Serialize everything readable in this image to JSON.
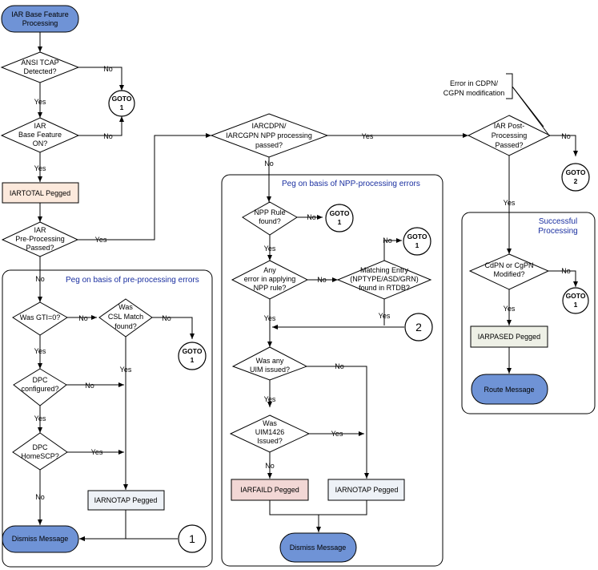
{
  "groups": {
    "pre_processing": "Peg on basis of pre-processing errors",
    "npp_processing": "Peg on basis of NPP-processing errors",
    "successful": [
      "Successful",
      "Processing"
    ]
  },
  "terminators": {
    "start": [
      "IAR Base Feature",
      "Processing"
    ],
    "dismiss_left": "Dismiss Message",
    "dismiss_center": "Dismiss Message",
    "route": "Route Message"
  },
  "decisions": {
    "ansi_tcap": [
      "ANSI TCAP",
      "Detected?"
    ],
    "iar_base_on": [
      "IAR",
      "Base Feature",
      "ON?"
    ],
    "iar_preproc": [
      "IAR",
      "Pre-Processing",
      "Passed?"
    ],
    "was_gti": [
      "Was GTI=0?"
    ],
    "csl_match": [
      "Was",
      "CSL Match",
      "found?"
    ],
    "dpc_configured": [
      "DPC",
      "configured?"
    ],
    "dpc_homescp": [
      "DPC",
      "HomeSCP?"
    ],
    "npp_passed": [
      "IARCDPN/",
      "IARCGPN NPP processing",
      "passed?"
    ],
    "npp_rule": [
      "NPP Rule",
      "found?"
    ],
    "npp_error": [
      "Any",
      "error in applying",
      "NPP rule?"
    ],
    "matching_entry": [
      "Matching Entry",
      "(NPTYPE/ASD/GRN)",
      "found in RTDB?"
    ],
    "uim_issued": [
      "Was any",
      "UIM issued?"
    ],
    "uim1426": [
      "Was",
      "UIM1426",
      "Issued?"
    ],
    "iar_post": [
      "IAR Post-",
      "Processing",
      "Passed?"
    ],
    "cdpn_modified": [
      "CdPN or CgPN",
      "Modified?"
    ]
  },
  "pegs": {
    "iartotal": "IARTOTAL Pegged",
    "iarnotap_left": "IARNOTAP Pegged",
    "iarfaild": "IARFAILD   Pegged",
    "iarnotap_center": "IARNOTAP Pegged",
    "iarpased": "IARPASED Pegged"
  },
  "gotos": {
    "top": [
      "GOTO",
      "1"
    ],
    "left": [
      "GOTO",
      "1"
    ],
    "npp": [
      "GOTO",
      "1"
    ],
    "matching": [
      "GOTO",
      "1"
    ],
    "post": [
      "GOTO",
      "2"
    ],
    "right": [
      "GOTO",
      "1"
    ]
  },
  "connectors": {
    "one": "1",
    "two": "2"
  },
  "annotation": [
    "Error in CDPN/",
    "CGPN modification"
  ],
  "edge_labels": {
    "yes": "Yes",
    "no": "No"
  },
  "colors": {
    "terminator": "#6f93d6",
    "iartotal": "#fce9dc",
    "iarnotap": "#eef2f7",
    "iarfaild": "#f2d7d5",
    "iarpased": "#eef0e6",
    "group_title": "#1a2fa0"
  }
}
